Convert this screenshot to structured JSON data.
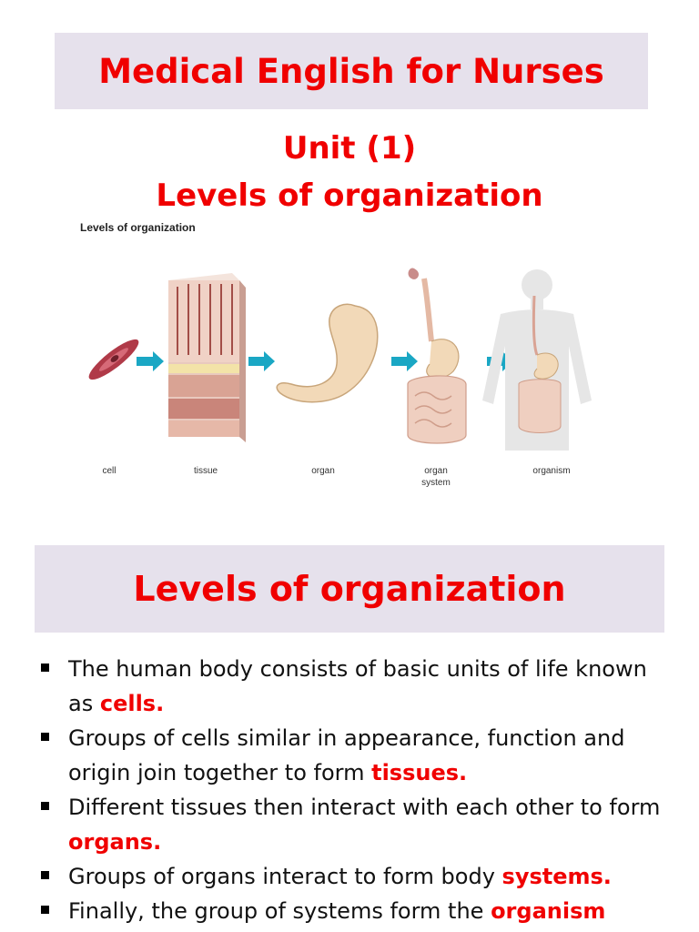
{
  "slide": {
    "title": "Medical English for Nurses",
    "unit": "Unit (1)",
    "subtitle": "Levels of organization",
    "section_heading": "Levels of organization"
  },
  "figure": {
    "title": "Levels of organization",
    "labels": {
      "cell": "cell",
      "tissue": "tissue",
      "organ": "organ",
      "organ_system_line1": "organ",
      "organ_system_line2": "system",
      "organism": "organism"
    },
    "colors": {
      "arrow": "#1aa7c4",
      "cell": "#b03a48",
      "organ": "#f2d9b8"
    }
  },
  "bullets": [
    {
      "text": "The human body consists of basic units of life known as ",
      "highlight": "cells."
    },
    {
      "text": "Groups of cells similar in appearance, function and origin join together to form ",
      "highlight": "tissues."
    },
    {
      "text": "Different tissues then interact with each other to form ",
      "highlight": "organs."
    },
    {
      "text": "Groups of organs interact to form body ",
      "highlight": "systems."
    },
    {
      "text": "Finally, the group of systems form the ",
      "highlight": "organism"
    }
  ],
  "colors": {
    "accent_red": "#f00000",
    "banner_bg": "#e6e1ec"
  }
}
